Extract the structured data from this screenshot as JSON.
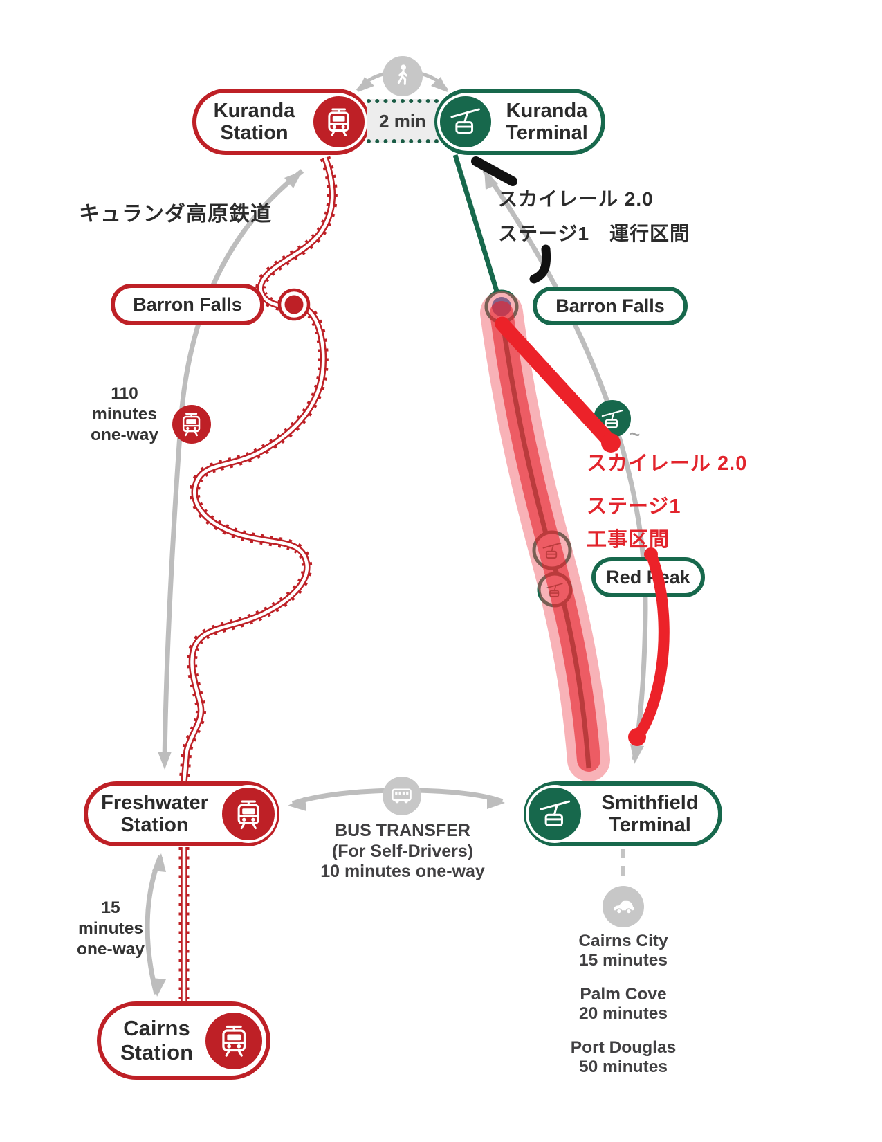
{
  "colors": {
    "brand_red": "#BE2026",
    "brand_green": "#17684C",
    "marker_red": "#EC2229",
    "highlight_red_core": "rgba(230,35,45,0.6)",
    "highlight_red_halo": "rgba(240,85,95,0.45)",
    "annotation_red_text": "#E2242C",
    "gray_line": "#BDBDBD",
    "blue_dot": "#2E6DAD",
    "text_dark": "#2B2B2B",
    "text_gray": "#414042"
  },
  "icons": {
    "walk": "walking-person-icon",
    "train": "train-icon",
    "gondola": "cable-car-icon",
    "bus": "bus-icon",
    "car": "car-icon"
  },
  "stations": {
    "kuranda_station": {
      "line1": "Kuranda",
      "line2": "Station"
    },
    "kuranda_terminal": {
      "line1": "Kuranda",
      "line2": "Terminal"
    },
    "barron_falls_rail": {
      "label": "Barron Falls"
    },
    "barron_falls_skyrail": {
      "label": "Barron Falls"
    },
    "red_peak": {
      "label": "Red Peak"
    },
    "freshwater_station": {
      "line1": "Freshwater",
      "line2": "Station"
    },
    "smithfield_terminal": {
      "line1": "Smithfield",
      "line2": "Terminal"
    },
    "cairns_station": {
      "line1": "Cairns",
      "line2": "Station"
    }
  },
  "connections": {
    "walk": {
      "duration": "2 min"
    },
    "train_north": {
      "line1": "110",
      "line2": "minutes",
      "line3": "one-way"
    },
    "train_south": {
      "line1": "15",
      "line2": "minutes",
      "line3": "one-way"
    },
    "bus": {
      "line1": "BUS TRANSFER",
      "line2": "(For Self-Drivers)",
      "line3": "10 minutes one-way"
    },
    "drive": {
      "destinations": [
        {
          "name": "Cairns City",
          "time": "15 minutes"
        },
        {
          "name": "Palm Cove",
          "time": "20 minutes"
        },
        {
          "name": "Port Douglas",
          "time": "50 minutes"
        }
      ]
    }
  },
  "annotations": {
    "railway_label": "キュランダ高原鉄道",
    "operating_note": {
      "line1": "スカイレール 2.0",
      "line2": "ステージ1　運行区間"
    },
    "construction_note": {
      "line1": "スカイレール 2.0",
      "line2": "ステージ1",
      "line3": "工事区間"
    },
    "squiggle": "~"
  }
}
